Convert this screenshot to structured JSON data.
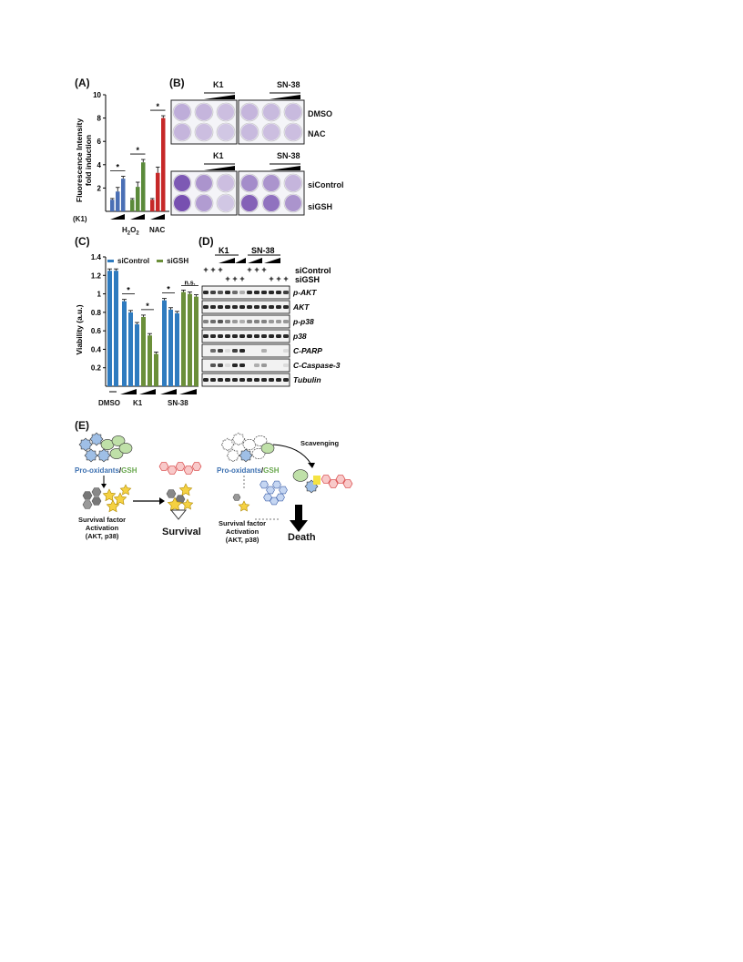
{
  "panels": {
    "A": "(A)",
    "B": "(B)",
    "C": "(C)",
    "D": "(D)",
    "E": "(E)"
  },
  "panelA": {
    "ylabel_line1": "Fluorescence Intensity",
    "ylabel_line2": "fold induction",
    "treatment_label": "(K1)",
    "group_labels": [
      "H2O2",
      "NAC"
    ],
    "chart_data": {
      "type": "bar",
      "ylim": [
        0,
        10
      ],
      "yticks": [
        "10",
        "8",
        "6",
        "4",
        "2"
      ],
      "groups": [
        {
          "name": "",
          "values": [
            1.0,
            1.7,
            2.8
          ],
          "errors": [
            0.1,
            0.35,
            0.2
          ],
          "color": "#4a6fb5"
        },
        {
          "name": "H2O2",
          "values": [
            1.0,
            2.1,
            4.2
          ],
          "errors": [
            0.1,
            0.4,
            0.25
          ],
          "color": "#5a8a3a"
        },
        {
          "name": "NAC",
          "values": [
            1.0,
            3.3,
            8.0
          ],
          "errors": [
            0.1,
            0.5,
            0.2
          ],
          "color": "#c62828"
        }
      ],
      "significance": [
        "*",
        "*",
        "*"
      ]
    }
  },
  "panelB": {
    "top": {
      "col1": "K1",
      "col2": "SN-38",
      "row1": "DMSO",
      "row2": "NAC"
    },
    "bottom": {
      "col1": "K1",
      "col2": "SN-38",
      "row1": "siControl",
      "row2": "siGSH"
    }
  },
  "panelC": {
    "ylabel": "Viability (a.u.)",
    "legend": [
      "siControl",
      "siGSH"
    ],
    "xlabels": [
      "DMSO",
      "K1",
      "SN-38"
    ],
    "chart_data": {
      "type": "bar",
      "ylim": [
        0,
        1.4
      ],
      "yticks": [
        "1.4",
        "1.2",
        "1",
        "0.8",
        "0.6",
        "0.4",
        "0.2"
      ],
      "series": [
        {
          "name": "siControl",
          "color": "#2f7bbf"
        },
        {
          "name": "siGSH",
          "color": "#6b8f3a"
        }
      ],
      "bars": [
        {
          "series": 0,
          "value": 1.25,
          "error": 0.02
        },
        {
          "series": 0,
          "value": 1.25,
          "error": 0.02
        },
        {
          "series": 0,
          "value": 0.92,
          "error": 0.02
        },
        {
          "series": 0,
          "value": 0.8,
          "error": 0.02
        },
        {
          "series": 0,
          "value": 0.67,
          "error": 0.02
        },
        {
          "series": 1,
          "value": 0.75,
          "error": 0.02
        },
        {
          "series": 1,
          "value": 0.55,
          "error": 0.02
        },
        {
          "series": 1,
          "value": 0.35,
          "error": 0.02
        },
        {
          "series": 0,
          "value": 0.93,
          "error": 0.02
        },
        {
          "series": 0,
          "value": 0.83,
          "error": 0.02
        },
        {
          "series": 0,
          "value": 0.79,
          "error": 0.02
        },
        {
          "series": 1,
          "value": 1.02,
          "error": 0.02
        },
        {
          "series": 1,
          "value": 1.0,
          "error": 0.02
        },
        {
          "series": 1,
          "value": 0.97,
          "error": 0.02
        }
      ],
      "significance": [
        "*",
        "*",
        "*",
        "n.s."
      ]
    }
  },
  "panelD": {
    "col_headers": [
      "K1",
      "SN-38"
    ],
    "plus_sign": "+",
    "treat_rows": [
      "siControl",
      "siGSH"
    ],
    "bands": [
      "p-AKT",
      "AKT",
      "p-p38",
      "p38",
      "C-PARP",
      "C-Caspase-3",
      "Tubulin"
    ]
  },
  "panelE": {
    "left": {
      "pro": "Pro-oxidants",
      "slash": "/",
      "gsh": "GSH",
      "survival_factor": "Survival factor",
      "activation": "Activation",
      "akt": "(AKT, p38)",
      "outcome": "Survival"
    },
    "right": {
      "pro": "Pro-oxidants",
      "slash": "/",
      "gsh": "GSH",
      "scavenging": "Scavenging",
      "survival_factor": "Survival factor",
      "activation": "Activation",
      "akt": "(AKT, p38)",
      "outcome": "Death"
    },
    "colors": {
      "pro": "#3b6fb0",
      "gsh": "#6aa84f"
    }
  }
}
